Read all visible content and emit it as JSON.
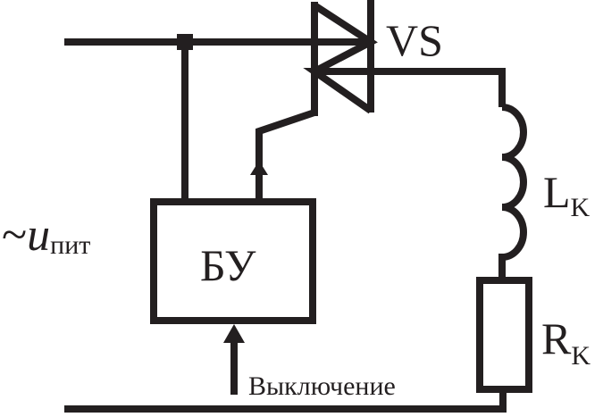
{
  "diagram": {
    "type": "circuit",
    "colors": {
      "stroke": "#231f20",
      "background": "#ffffff"
    },
    "components": {
      "triac": {
        "label": "VS"
      },
      "control_unit": {
        "label": "БУ"
      },
      "inductor": {
        "label_main": "L",
        "label_sub": "K"
      },
      "resistor": {
        "label_main": "R",
        "label_sub": "K"
      }
    },
    "supply": {
      "symbol": "~",
      "label_main": "u",
      "label_sub": "пит"
    },
    "control_input": {
      "label": "Выключение"
    }
  }
}
